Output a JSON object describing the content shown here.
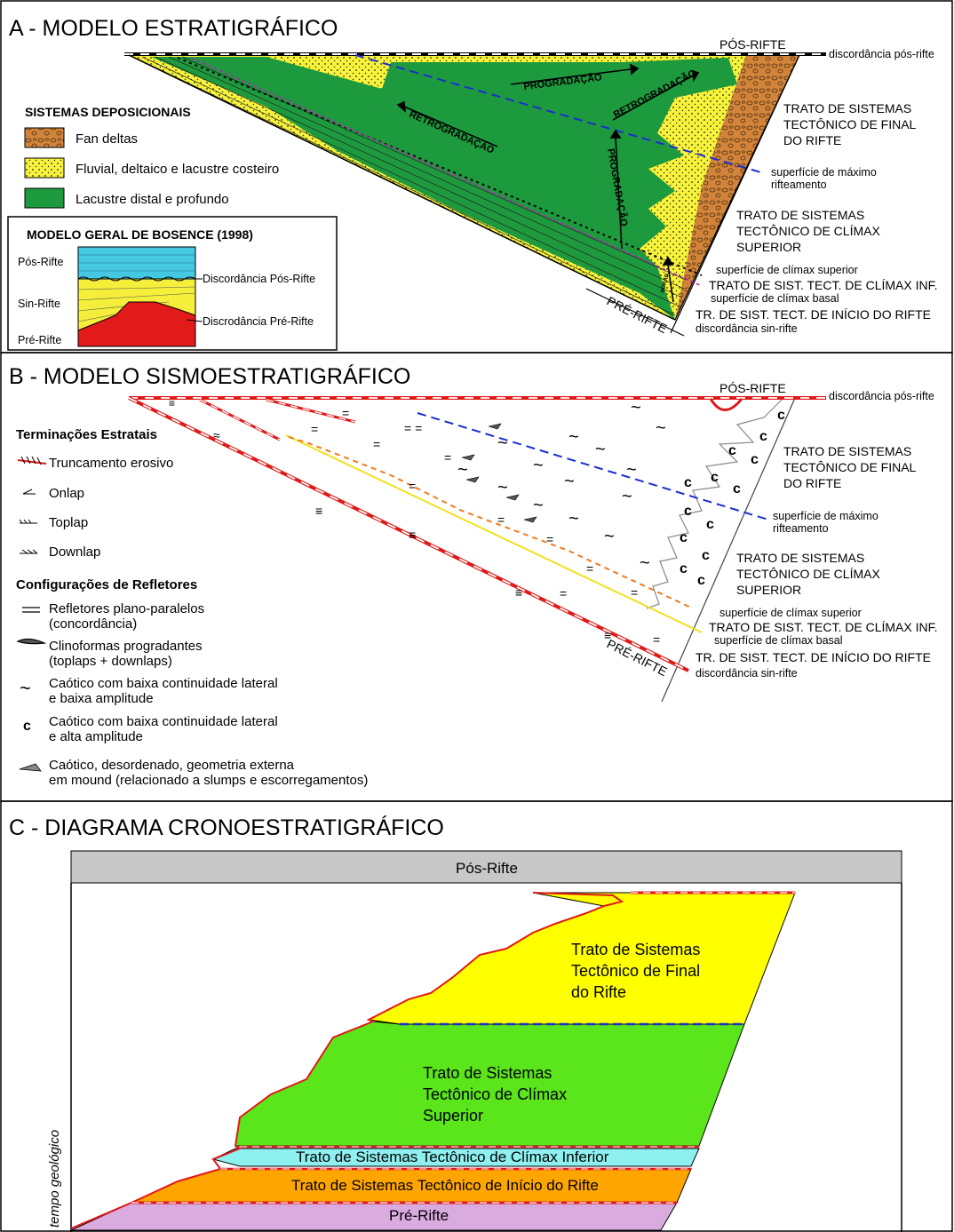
{
  "panel_a": {
    "title": "A - MODELO ESTRATIGRÁFICO",
    "pos_rifte": "PÓS-RIFTE",
    "pre_rifte": "PRÉ-RIFTE",
    "discordancia_pos": "discordância pós-rifte",
    "discordancia_sin": "discordância sin-rifte",
    "max_rift_1": "superfície de máximo",
    "max_rift_2": "rifteamento",
    "climax_sup_surface": "superfície de clímax superior",
    "climax_basal_surface": "superfície de clímax basal",
    "tract_final": [
      "TRATO DE SISTEMAS",
      "TECTÔNICO DE FINAL",
      "DO RIFTE"
    ],
    "tract_climax_sup": [
      "TRATO DE SISTEMAS",
      "TECTÔNICO DE CLÍMAX",
      "SUPERIOR"
    ],
    "tract_climax_inf": "TRATO DE SIST. TECT. DE CLÍMAX INF.",
    "tract_inicio": "TR. DE SIST. TECT. DE INÍCIO DO RIFTE",
    "arrow_progradacao_top": "PROGRADAÇÃO",
    "arrow_retrogradacao_right": "RETROGRADAÇÃO",
    "arrow_retrogradacao_left": "RETROGRADAÇÃO",
    "arrow_progradacao_vert": "PROGRADAÇÃO",
    "arrow_agradacao": "AGRAD.",
    "legend_title": "SISTEMAS DEPOSICIONAIS",
    "legend": [
      {
        "label": "Fan deltas",
        "color": "#d2853a"
      },
      {
        "label": "Fluvial, deltaico e lacustre costeiro",
        "color": "#f7f23a"
      },
      {
        "label": "Lacustre distal e profundo",
        "color": "#1e9a3e"
      }
    ],
    "bosence_title": "MODELO GERAL DE BOSENCE (1998)",
    "bosence_left": [
      "Pós-Rifte",
      "Sin-Rifte",
      "Pré-Rifte"
    ],
    "bosence_right": [
      "Discordância Pós-Rifte",
      "Discrodância Pré-Rifte"
    ]
  },
  "panel_b": {
    "title": "B - MODELO SISMOESTRATIGRÁFICO",
    "pos_rifte": "PÓS-RIFTE",
    "pre_rifte": "PRÉ-RIFTE",
    "discordancia_pos": "discordância pós-rifte",
    "discordancia_sin": "discordância sin-rifte",
    "max_rift_1": "superfície de máximo",
    "max_rift_2": "rifteamento",
    "climax_sup_surface": "superfície de clímax superior",
    "climax_basal_surface": "superfície de clímax basal",
    "tract_final": [
      "TRATO DE SISTEMAS",
      "TECTÔNICO DE FINAL",
      "DO RIFTE"
    ],
    "tract_climax_sup": [
      "TRATO DE SISTEMAS",
      "TECTÔNICO DE CLÍMAX",
      "SUPERIOR"
    ],
    "tract_climax_inf": "TRATO DE SIST. TECT. DE CLÍMAX INF.",
    "tract_inicio": "TR. DE SIST. TECT. DE INÍCIO DO RIFTE",
    "term_title": "Terminações Estratais",
    "terminations": [
      "Truncamento erosivo",
      "Onlap",
      "Toplap",
      "Downlap"
    ],
    "config_title": "Configurações de Refletores",
    "configs": [
      [
        "Refletores plano-paralelos",
        "(concordância)"
      ],
      [
        "Clinoformas progradantes",
        "(toplaps + downlaps)"
      ],
      [
        "Caótico com baixa continuidade lateral",
        "e baixa amplitude"
      ],
      [
        "Caótico com baixa continuidade lateral",
        "e alta amplitude"
      ],
      [
        "Caótico, desordenado, geometria externa",
        "em mound (relacionado a slumps e escorregamentos)"
      ]
    ],
    "c_symbol": "c",
    "tilde_symbol": "~"
  },
  "panel_c": {
    "title": "C - DIAGRAMA CRONOESTRATIGRÁFICO",
    "pos_rifte": "Pós-Rifte",
    "final": [
      "Trato de Sistemas",
      "Tectônico de Final",
      "do Rifte"
    ],
    "climax_sup": [
      "Trato de Sistemas",
      "Tectônico de Clímax",
      "Superior"
    ],
    "climax_inf": "Trato de Sistemas Tectônico de Clímax Inferior",
    "inicio": "Trato de Sistemas Tectônico de Início do Rifte",
    "pre_rifte": "Pré-Rifte",
    "axis_label": "tempo geológico",
    "colors": {
      "pos": "#c8c8c8",
      "final": "#ffff00",
      "sup": "#5be51b",
      "inf": "#8ff0f0",
      "inicio": "#ffa500",
      "pre": "#d9abdf"
    }
  }
}
